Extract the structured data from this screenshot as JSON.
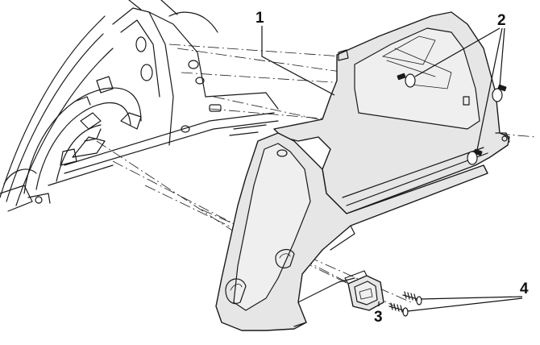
{
  "callouts": {
    "c1": "1",
    "c2": "2",
    "c3": "3",
    "c4": "4"
  },
  "colors": {
    "line": "#1a1a1a",
    "panel_fill": "#e6e6e6",
    "background": "#ffffff"
  }
}
